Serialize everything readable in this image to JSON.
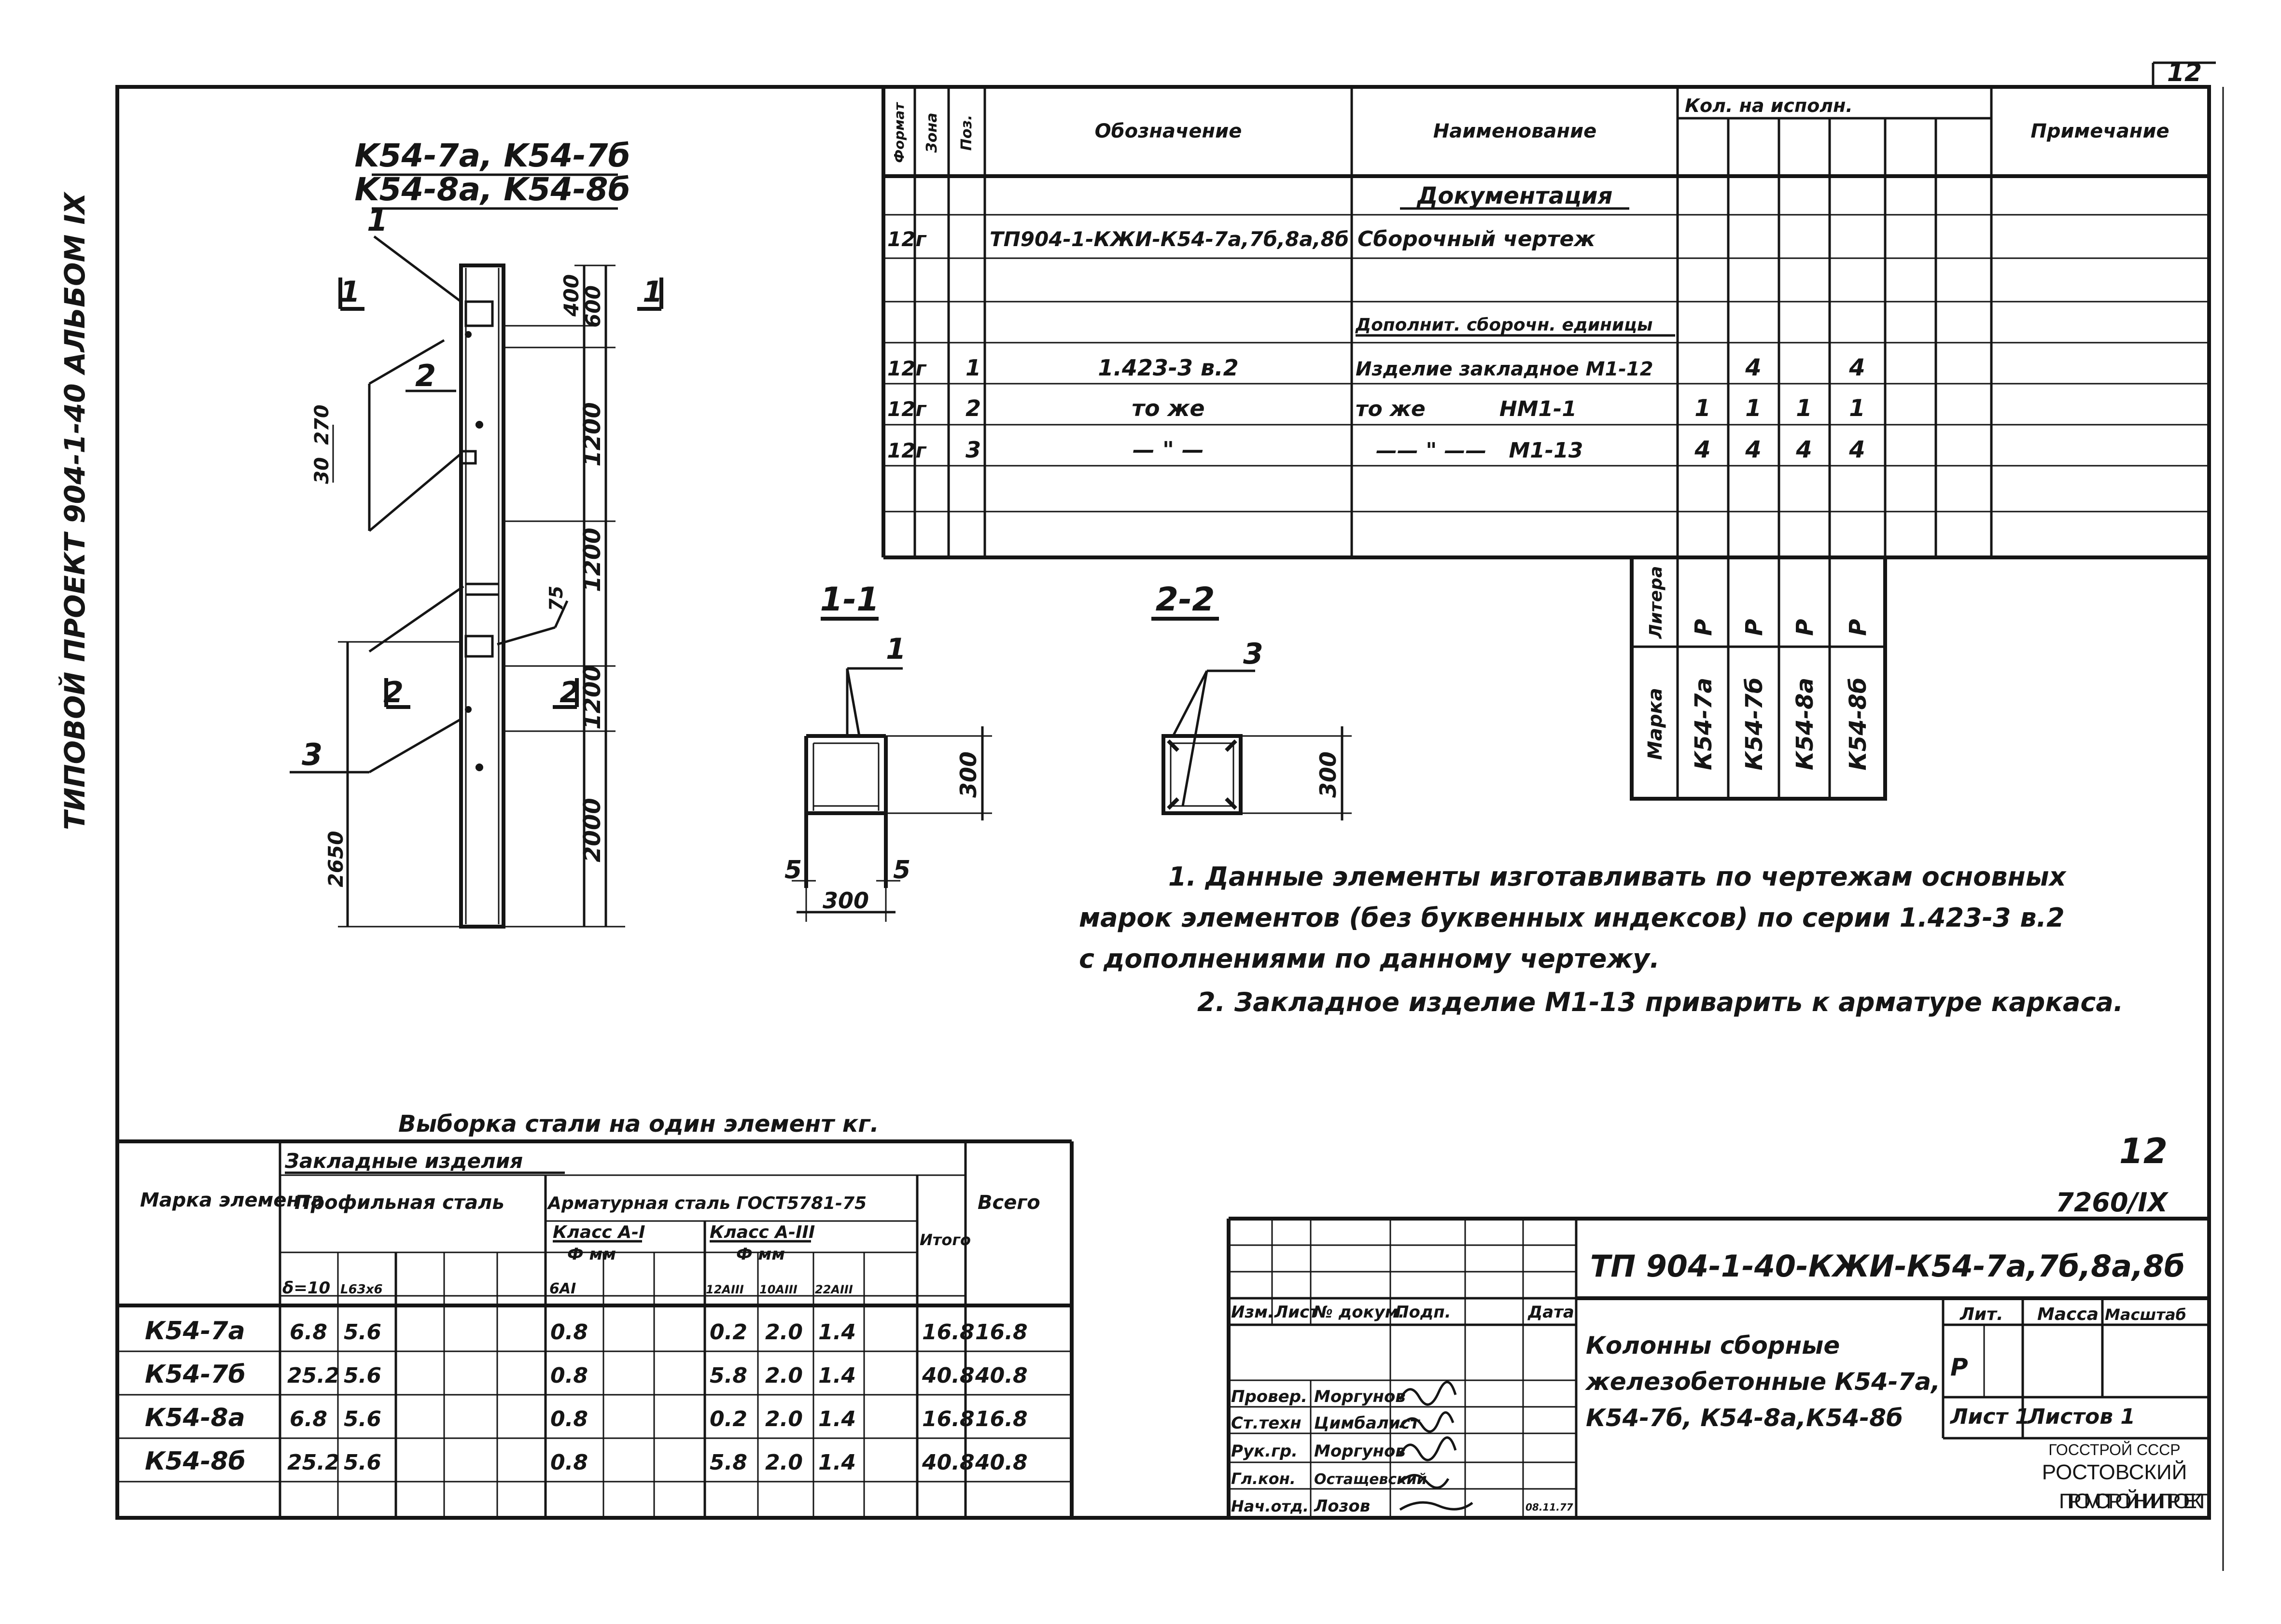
{
  "side_stamp": "ТИПОВОЙ  ПРОЕКТ  904-1-40  АЛЬБОМ IX",
  "sheet_number_corner": "12",
  "drawing_title": {
    "line1": "K54-7a, K54-7б",
    "line2": "K54-8a, K54-8б"
  },
  "column": {
    "dims": [
      "400",
      "600",
      "1200",
      "1200",
      "1200",
      "2000",
      "2650",
      "30",
      "270",
      "75"
    ],
    "callouts": [
      "1",
      "2",
      "3"
    ],
    "section_marks": [
      "1",
      "1",
      "2",
      "2"
    ]
  },
  "section_1_1": {
    "title": "1-1",
    "callout": "1",
    "dims": [
      "300",
      "300",
      "5",
      "5"
    ]
  },
  "section_2_2": {
    "title": "2-2",
    "callout": "3",
    "dims": [
      "300"
    ]
  },
  "spec_table": {
    "headers": [
      "Формат",
      "Зона",
      "Поз.",
      "Обозначение",
      "Наименование",
      "Кол. на исполн.",
      "Примечание"
    ],
    "rows": [
      {
        "format": "",
        "pos": "",
        "designation": "",
        "name": "Документация",
        "qty": [
          "",
          "",
          "",
          ""
        ]
      },
      {
        "format": "12г",
        "pos": "",
        "designation": "ТП904-1-КЖИ-К54-7а,7б,8а,8б",
        "name": "Сборочный чертеж",
        "qty": [
          "",
          "",
          "",
          ""
        ]
      },
      {
        "format": "",
        "pos": "",
        "designation": "",
        "name": "",
        "qty": [
          "",
          "",
          "",
          ""
        ]
      },
      {
        "format": "",
        "pos": "",
        "designation": "",
        "name": "Дополнит. сборочн. единицы",
        "qty": [
          "",
          "",
          "",
          ""
        ]
      },
      {
        "format": "12г",
        "pos": "1",
        "designation": "1.423-3 в.2",
        "name": "Изделие закладное М1-12",
        "qty": [
          "4",
          "",
          "4",
          ""
        ]
      },
      {
        "format": "12г",
        "pos": "2",
        "designation": "то же",
        "name": "то же          НМ1-1",
        "qty": [
          "1",
          "1",
          "1",
          "1"
        ]
      },
      {
        "format": "12г",
        "pos": "3",
        "designation": "— \" —",
        "name": "—— \" ——   М1-13",
        "qty": [
          "4",
          "4",
          "4",
          "4"
        ]
      }
    ],
    "liter_label": "Литера",
    "mark_label": "Марка",
    "liters": [
      "Р",
      "Р",
      "Р",
      "Р"
    ],
    "marks": [
      "К54-7а",
      "К54-7б",
      "К54-8а",
      "К54-8б"
    ]
  },
  "notes": [
    "1. Данные элементы изготавливать по чертежам основных",
    "марок элементов (без буквенных индексов) по серии 1.423-3 в.2",
    "с дополнениями   по   данному чертежу.",
    "2. Закладное изделие М1-13 приварить к арматуре каркаса."
  ],
  "steel_table": {
    "title": "Выборка стали на один элемент кг.",
    "h_mark": "Марка элемента",
    "h_embedded": "Закладные изделия",
    "h_profile": "Профильная сталь",
    "h_rebar": "Арматурная сталь ГОСТ5781-75",
    "h_class1": "Класс А-I",
    "h_class2": "Класс А-III",
    "h_mm": "Ф мм",
    "h_total": "Итого",
    "h_all": "Всего",
    "sub_cols": [
      "δ=10",
      "L63х6",
      "6AI",
      "12AIII",
      "10AIII",
      "22AIII"
    ],
    "rows": [
      [
        "К54-7а",
        "6.8",
        "5.6",
        "0.8",
        "0.2",
        "2.0",
        "1.4",
        "16.8",
        "16.8"
      ],
      [
        "К54-7б",
        "25.2",
        "5.6",
        "0.8",
        "5.8",
        "2.0",
        "1.4",
        "40.8",
        "40.8"
      ],
      [
        "К54-8а",
        "6.8",
        "5.6",
        "0.8",
        "0.2",
        "2.0",
        "1.4",
        "16.8",
        "16.8"
      ],
      [
        "К54-8б",
        "25.2",
        "5.6",
        "0.8",
        "5.8",
        "2.0",
        "1.4",
        "40.8",
        "40.8"
      ]
    ]
  },
  "sheet_tag": {
    "number": "12",
    "code": "7260/IX"
  },
  "title_block": {
    "doc_code": "ТП 904-1-40-КЖИ-К54-7а,7б,8а,8б",
    "change_headers": [
      "Изм.",
      "Лист",
      "№ докум.",
      "Подп.",
      "Дата"
    ],
    "signatures": [
      {
        "role": "Провер.",
        "name": "Моргунов"
      },
      {
        "role": "Ст.техн",
        "name": "Цимбалист"
      },
      {
        "role": "Рук.гр.",
        "name": "Моргунов"
      },
      {
        "role": "Гл.кон.",
        "name": "Остащевский"
      },
      {
        "role": "Нач.отд.",
        "name": "Лозов"
      }
    ],
    "date": "08.11.77",
    "name_lines": [
      "Колонны  сборные",
      "железобетонные К54-7а,",
      "К54-7б, К54-8а,К54-8б"
    ],
    "h_lit": "Лит.",
    "h_mass": "Масса",
    "h_scale": "Масштаб",
    "lit": "Р",
    "sheet": "Лист 1",
    "sheets": "Листов 1",
    "org1": "ГОССТРОЙ СССР",
    "org2": "РОСТОВСКИЙ",
    "org3": "ПРОМСТРОЙНИИПРОЕКТ"
  }
}
